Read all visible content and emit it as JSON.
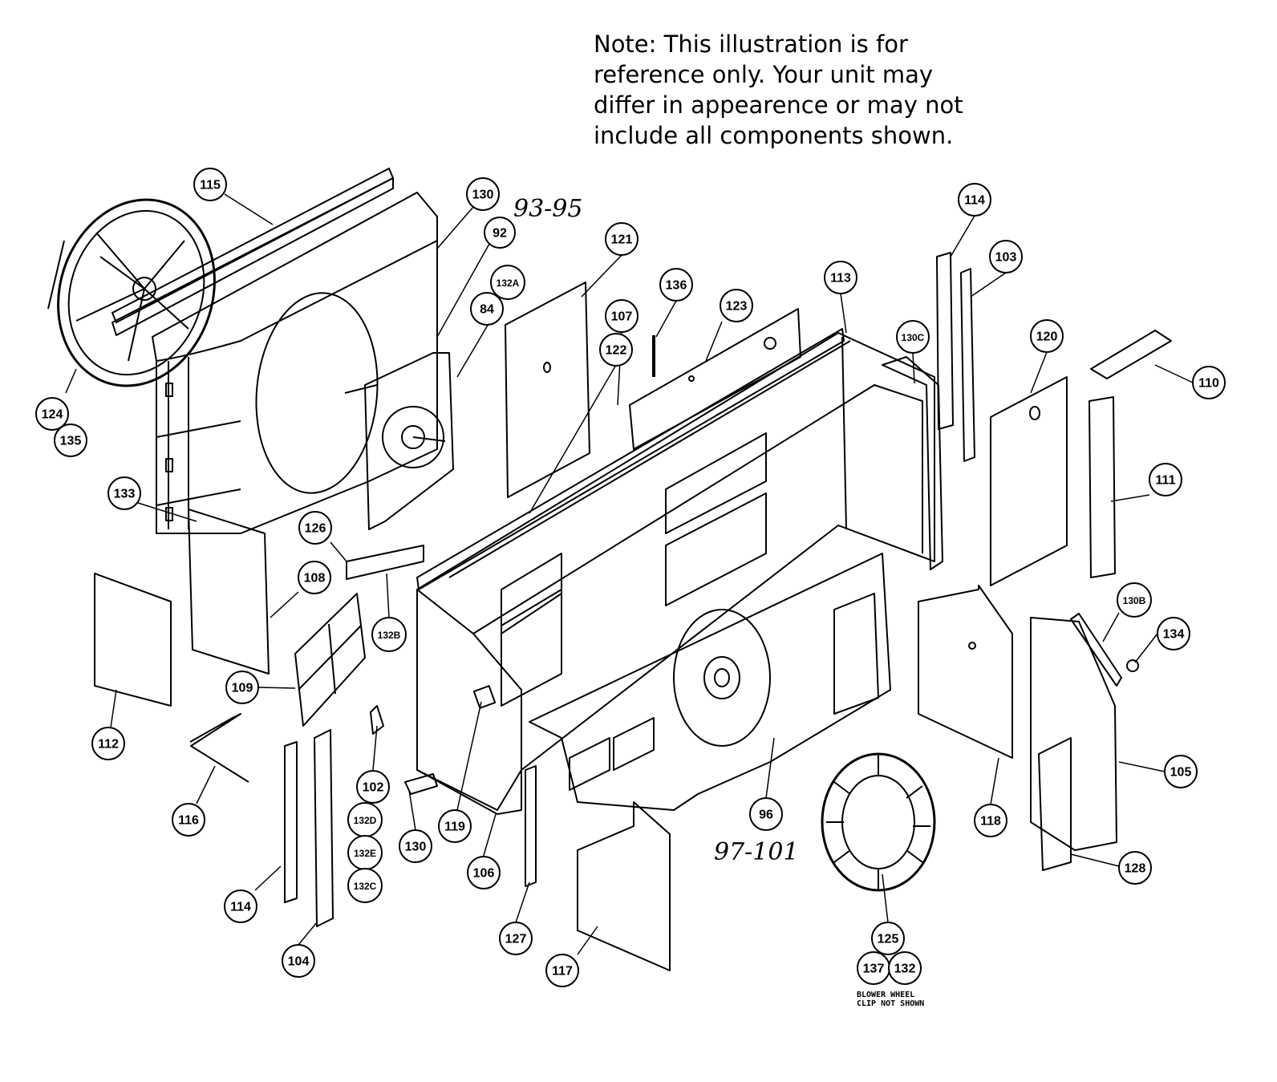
{
  "note": {
    "lines": [
      "Note: This illustration is for",
      "reference only. Your unit may",
      "differ in appearence or may not",
      "include all components shown."
    ]
  },
  "handwritten": {
    "range_top": "93-95",
    "range_bottom": "97-101"
  },
  "footnote": {
    "line1": "BLOWER WHEEL",
    "line2": "CLIP NOT SHOWN"
  },
  "callouts": [
    {
      "id": "115"
    },
    {
      "id": "130"
    },
    {
      "id": "92"
    },
    {
      "id": "132A"
    },
    {
      "id": "84"
    },
    {
      "id": "121"
    },
    {
      "id": "136"
    },
    {
      "id": "107"
    },
    {
      "id": "122"
    },
    {
      "id": "123"
    },
    {
      "id": "113"
    },
    {
      "id": "114"
    },
    {
      "id": "103"
    },
    {
      "id": "130C"
    },
    {
      "id": "120"
    },
    {
      "id": "110"
    },
    {
      "id": "111"
    },
    {
      "id": "124"
    },
    {
      "id": "135"
    },
    {
      "id": "133"
    },
    {
      "id": "126"
    },
    {
      "id": "108"
    },
    {
      "id": "132B"
    },
    {
      "id": "109"
    },
    {
      "id": "112"
    },
    {
      "id": "116"
    },
    {
      "id": "102"
    },
    {
      "id": "132D"
    },
    {
      "id": "132E"
    },
    {
      "id": "132C"
    },
    {
      "id": "114"
    },
    {
      "id": "104"
    },
    {
      "id": "130"
    },
    {
      "id": "119"
    },
    {
      "id": "106"
    },
    {
      "id": "127"
    },
    {
      "id": "117"
    },
    {
      "id": "96"
    },
    {
      "id": "125"
    },
    {
      "id": "137"
    },
    {
      "id": "132"
    },
    {
      "id": "118"
    },
    {
      "id": "130B"
    },
    {
      "id": "134"
    },
    {
      "id": "105"
    },
    {
      "id": "128"
    }
  ]
}
